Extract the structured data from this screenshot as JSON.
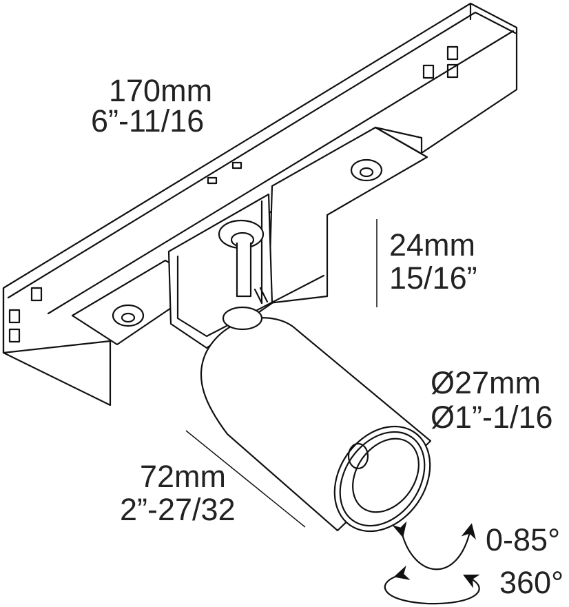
{
  "dimensions": {
    "length": {
      "metric": "170mm",
      "imperial": "6”-11/16"
    },
    "height": {
      "metric": "24mm",
      "imperial": "15/16”"
    },
    "diameter": {
      "metric": "Ø27mm",
      "imperial": "Ø1”-1/16"
    },
    "spot_length": {
      "metric": "72mm",
      "imperial": "2”-27/32"
    }
  },
  "rotation": {
    "tilt": "0-85°",
    "pan": "360°"
  }
}
